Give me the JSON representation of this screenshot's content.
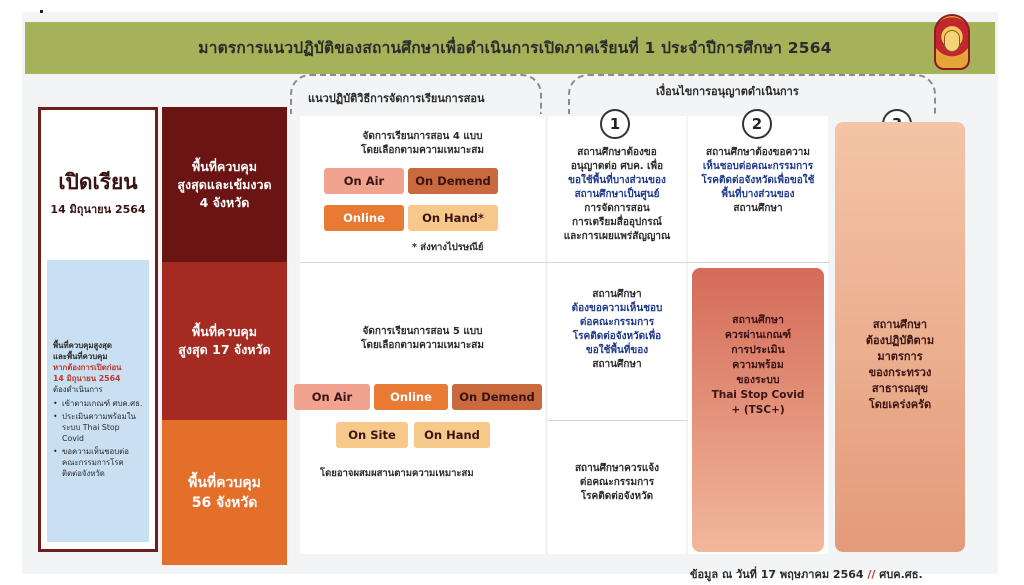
{
  "header": {
    "title": "มาตรการแนวปฏิบัติของสถานศึกษาเพื่อดำเนินการเปิดภาคเรียนที่ 1 ประจำปีการศึกษา 2564"
  },
  "left": {
    "open_title": "เปิดเรียน",
    "open_date": "14 มิถุนายน 2564",
    "note_intro_1": "พื้นที่ควบคุมสูงสุด",
    "note_intro_2": "และพื้นที่ควบคุม",
    "note_intro_3": "หากต้องการเปิดก่อน",
    "note_intro_4": "14 มิถุนายน 2564",
    "note_intro_5": "ต้องดำเนินการ",
    "items": [
      "เข้าตามเกณฑ์ ศบค.ศธ.",
      "ประเมินความพร้อมในระบบ Thai Stop Covid",
      "ขอความเห็นชอบต่อคณะกรรมการโรคติดต่อจังหวัด"
    ]
  },
  "zones": [
    {
      "line1": "พื้นที่ควบคุม",
      "line2": "สูงสุดและเข้มงวด",
      "line3": "4 จังหวัด"
    },
    {
      "line1": "พื้นที่ควบคุม",
      "line2": "สูงสุด 17 จังหวัด"
    },
    {
      "line1": "พื้นที่ควบคุม",
      "line2": "56 จังหวัด"
    }
  ],
  "section_headers": {
    "methods": "แนวปฏิบัติวิธีการจัดการเรียนการสอน",
    "conditions": "เงื่อนไขการอนุญาตดำเนินการ"
  },
  "methods": {
    "block1": {
      "title1": "จัดการเรียนการสอน 4 แบบ",
      "title2": "โดยเลือกตามความเหมาะสม",
      "chips": [
        "On Air",
        "On Demend",
        "Online",
        "On Hand*"
      ],
      "note": "* ส่งทางไปรษณีย์"
    },
    "block2": {
      "title1": "จัดการเรียนการสอน 5 แบบ",
      "title2": "โดยเลือกตามความเหมาะสม",
      "chips": [
        "On Air",
        "Online",
        "On Demend",
        "On Site",
        "On Hand"
      ]
    },
    "block3": {
      "note": "โดยอาจผสมผสานตามความเหมาะสม"
    }
  },
  "conditions": {
    "numbers": [
      "1",
      "2",
      "3"
    ],
    "c1_top": [
      "สถานศึกษาต้องขอ",
      "อนุญาตต่อ ศบค. เพื่อ",
      "ขอใช้พื้นที่บางส่วนของ",
      "สถานศึกษาเป็นศูนย์",
      "การจัดการสอน",
      "การเตรียมสื่ออุปกรณ์",
      "และการเผยแพร่สัญญาณ"
    ],
    "c2_top": [
      "สถานศึกษาต้องขอความ",
      "เห็นชอบต่อคณะกรรมการ",
      "โรคติดต่อจังหวัดเพื่อขอใช้",
      "พื้นที่บางส่วนของ",
      "สถานศึกษา"
    ],
    "c1_mid": [
      "สถานศึกษา",
      "ต้องขอความเห็นชอบ",
      "ต่อคณะกรรมการ",
      "โรคติดต่อจังหวัดเพื่อ",
      "ขอใช้พื้นที่ของ",
      "สถานศึกษา"
    ],
    "c1_bot": [
      "สถานศึกษาควรแจ้ง",
      "ต่อคณะกรรมการ",
      "โรคติดต่อจังหวัด"
    ],
    "c2_box": [
      "สถานศึกษา",
      "ควรผ่านเกณฑ์",
      "การประเมิน",
      "ความพร้อม",
      "ของระบบ",
      "Thai Stop Covid",
      "+ (TSC+)"
    ],
    "c3_box": [
      "สถานศึกษา",
      "ต้องปฏิบัติตาม",
      "มาตรการ",
      "ของกระทรวง",
      "สาธารณสุข",
      "โดยเคร่งครัด"
    ]
  },
  "footer": {
    "text": "ข้อมูล ณ วันที่ 17 พฤษภาคม 2564",
    "slashes": "//",
    "source": "ศบค.ศธ."
  }
}
